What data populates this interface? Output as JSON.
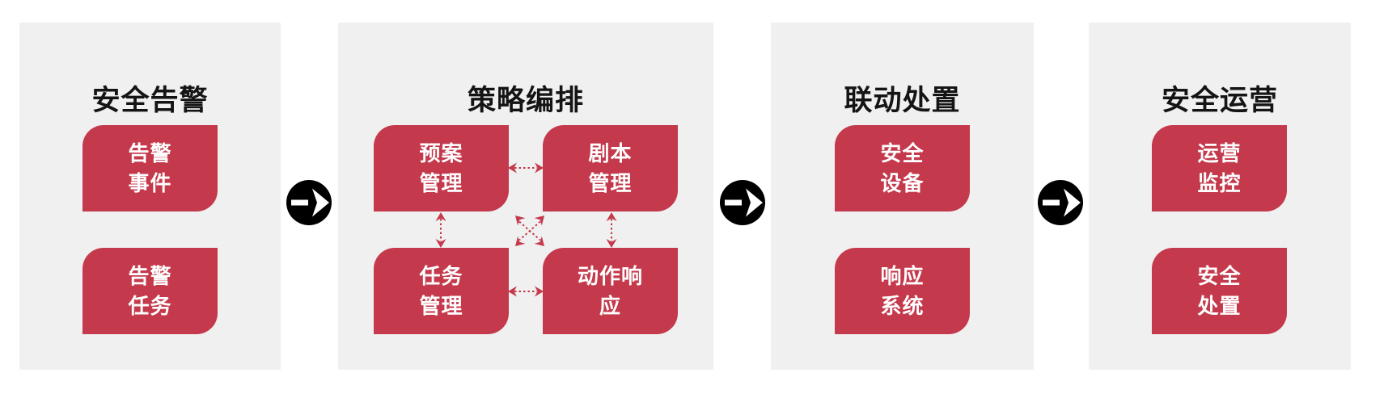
{
  "colors": {
    "accent_red": "#C4394B",
    "panel_bg": "#F0F0F0",
    "circle_black": "#000000",
    "title_text": "#141414",
    "box_text": "#FFFFFF",
    "page_bg": "#FFFFFF"
  },
  "icons": {
    "flow_next": "black-circle-dash-right-arrow",
    "h_exchange": "horizontal-dashed-double-arrow",
    "v_exchange": "vertical-dashed-double-arrow",
    "cross_exchange": "four-way-diagonal-dashed-arrows"
  },
  "stages": [
    {
      "id": "security-alert",
      "title": "安全告警",
      "boxes": [
        {
          "label": "告警\n事件"
        },
        {
          "label": "告警\n任务"
        }
      ]
    },
    {
      "id": "strategy-orchestration",
      "title": "策略编排",
      "boxes": [
        {
          "label": "预案\n管理"
        },
        {
          "label": "剧本\n管理"
        },
        {
          "label": "任务\n管理"
        },
        {
          "label": "动作响\n应"
        }
      ]
    },
    {
      "id": "linkage-disposal",
      "title": "联动处置",
      "boxes": [
        {
          "label": "安全\n设备"
        },
        {
          "label": "响应\n系统"
        }
      ]
    },
    {
      "id": "security-operation",
      "title": "安全运营",
      "boxes": [
        {
          "label": "运营\n监控"
        },
        {
          "label": "安全\n处置"
        }
      ]
    }
  ]
}
